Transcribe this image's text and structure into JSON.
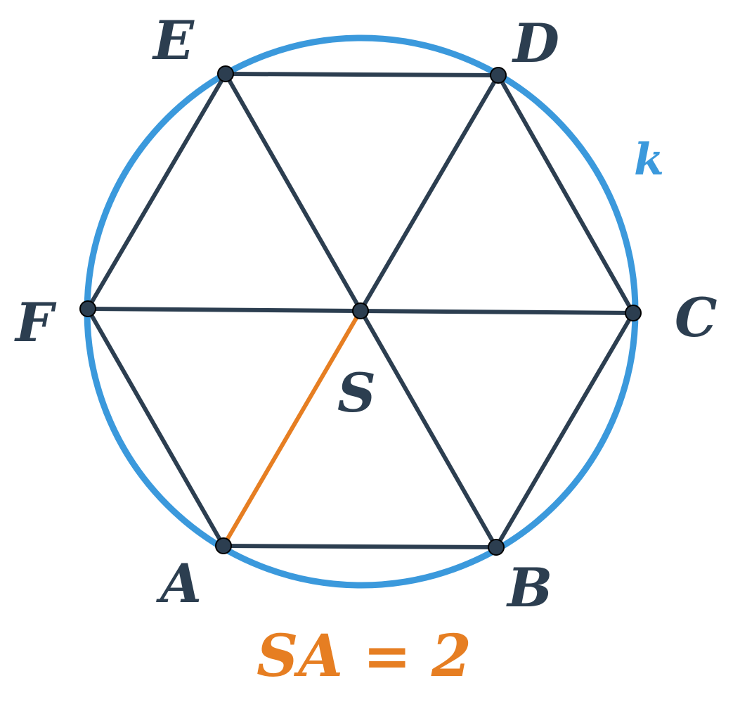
{
  "colors": {
    "circle": "#3b99dc",
    "hexagon": "#2c3e50",
    "highlight": "#e67e22",
    "vertex_fill": "#2c3e50",
    "background": "#ffffff"
  },
  "labels": {
    "A": "A",
    "B": "B",
    "C": "C",
    "D": "D",
    "E": "E",
    "F": "F",
    "S": "S",
    "circle": "k"
  },
  "formula": {
    "text": "SA = 2"
  },
  "figure": {
    "shape": "regular hexagon ABCDEF inscribed in circle k with center S",
    "highlighted_segment": "SA",
    "segment_length": 2
  }
}
